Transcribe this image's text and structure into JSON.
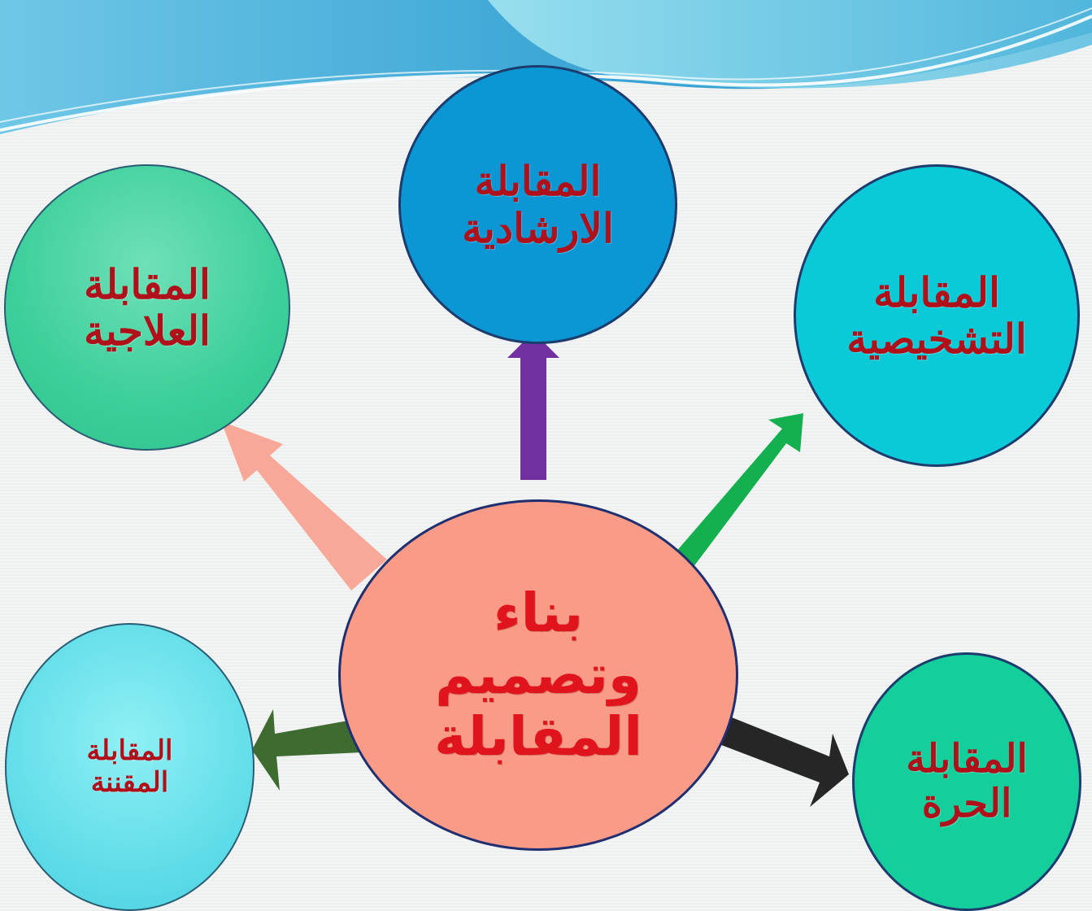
{
  "diagram": {
    "center": {
      "lines": [
        "بناء",
        "وتصميم",
        "المقابلة"
      ]
    },
    "nodes": {
      "top": {
        "lines": [
          "المقابلة",
          "الارشادية"
        ]
      },
      "left": {
        "lines": [
          "المقابلة",
          "العلاجية"
        ]
      },
      "right": {
        "lines": [
          "المقابلة",
          "التشخيصية"
        ]
      },
      "bottom_left": {
        "lines": [
          "المقابلة",
          "المقننة"
        ]
      },
      "bottom_right": {
        "lines": [
          "المقابلة",
          "الحرة"
        ]
      }
    },
    "colors": {
      "label_text": "#b0101a",
      "center_text": "#e0141c",
      "arrow_top": "#7030a0",
      "arrow_left": "#f8a898",
      "arrow_right": "#14b050",
      "arrow_bottom_left": "#3d6b30",
      "arrow_bottom_right": "#262626"
    }
  }
}
